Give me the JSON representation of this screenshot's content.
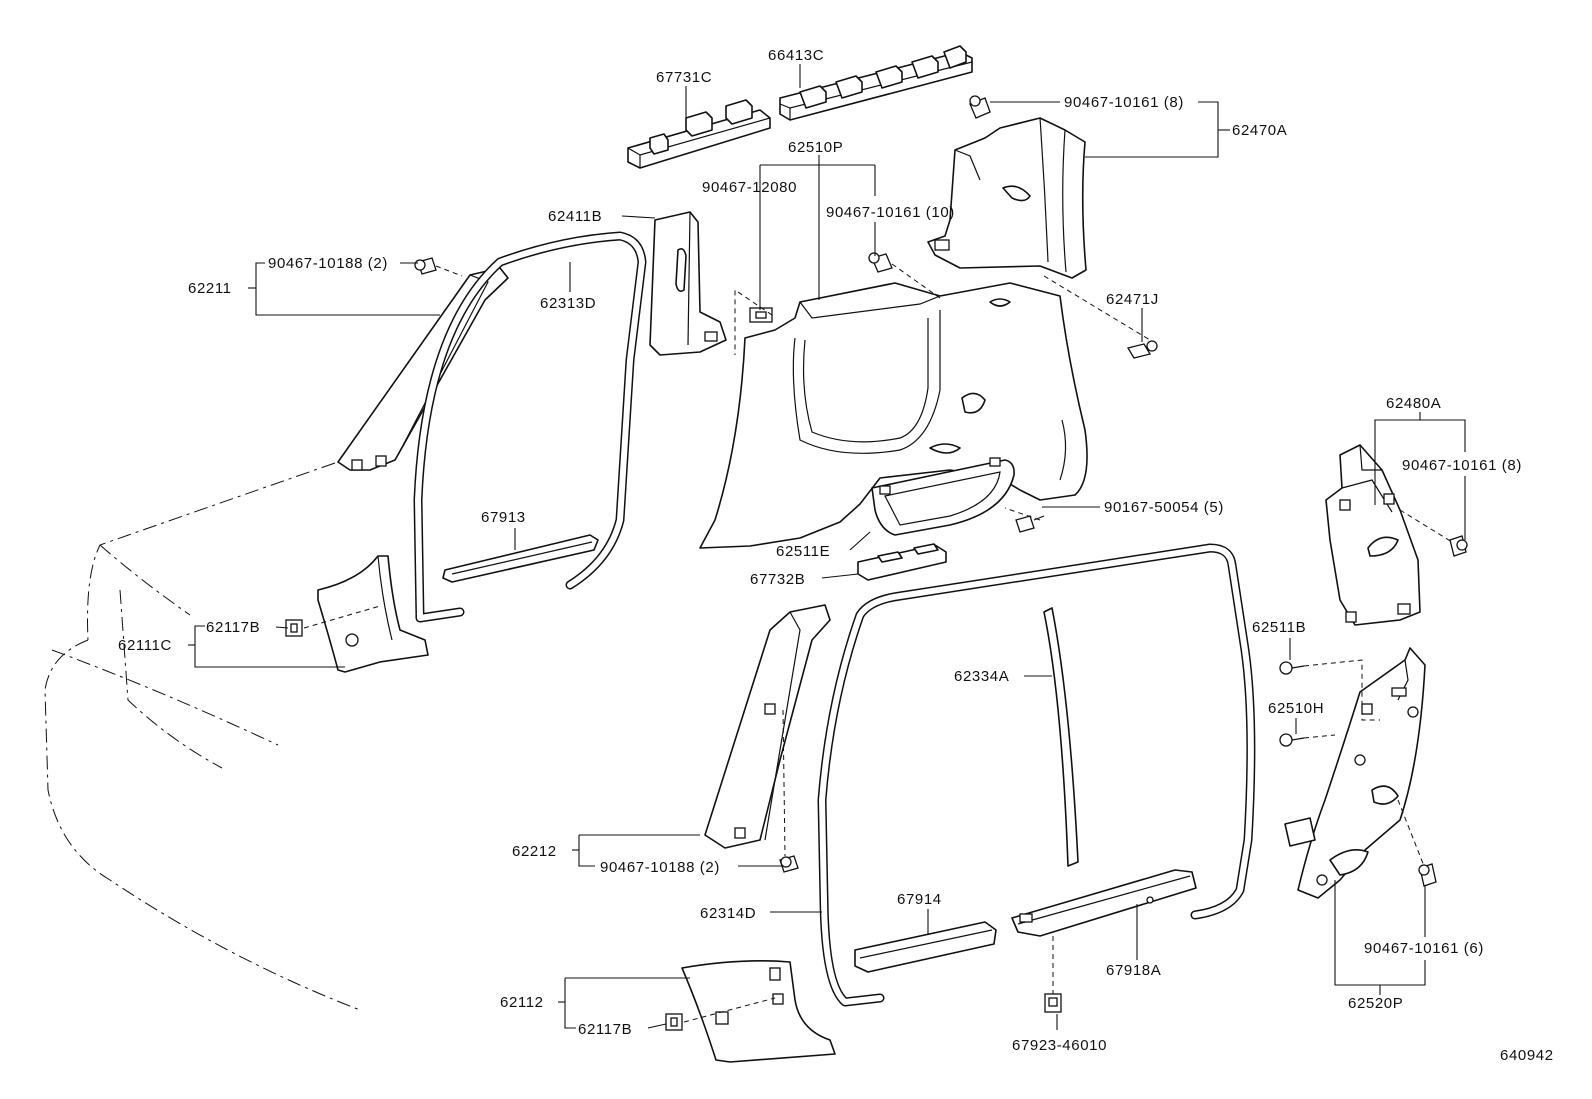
{
  "diagram_id": "640942",
  "labels": {
    "p67731C": "67731C",
    "p66413C": "66413C",
    "c9046710161_8_top": "90467-10161 (8)",
    "p62470A": "62470A",
    "p62510P": "62510P",
    "c9046712080": "90467-12080",
    "c9046710161_10": "90467-10161 (10)",
    "p62411B": "62411B",
    "c9046710188_2_top": "90467-10188 (2)",
    "p62211": "62211",
    "p62313D": "62313D",
    "p62471J": "62471J",
    "p62480A": "62480A",
    "c9046710161_8_right": "90467-10161 (8)",
    "p67913": "67913",
    "c9016750054_5": "90167-50054 (5)",
    "p62511E": "62511E",
    "p67732B": "67732B",
    "p62117B_top": "62117B",
    "p62111C": "62111C",
    "p62511B": "62511B",
    "p62334A": "62334A",
    "p62510H": "62510H",
    "p62212": "62212",
    "c9046710188_2_bottom": "90467-10188 (2)",
    "p62314D": "62314D",
    "p67914": "67914",
    "p67918A": "67918A",
    "c9046710161_6": "90467-10161 (6)",
    "p62520P": "62520P",
    "p62112": "62112",
    "p62117B_bottom": "62117B",
    "c6792346010": "67923-46010"
  }
}
